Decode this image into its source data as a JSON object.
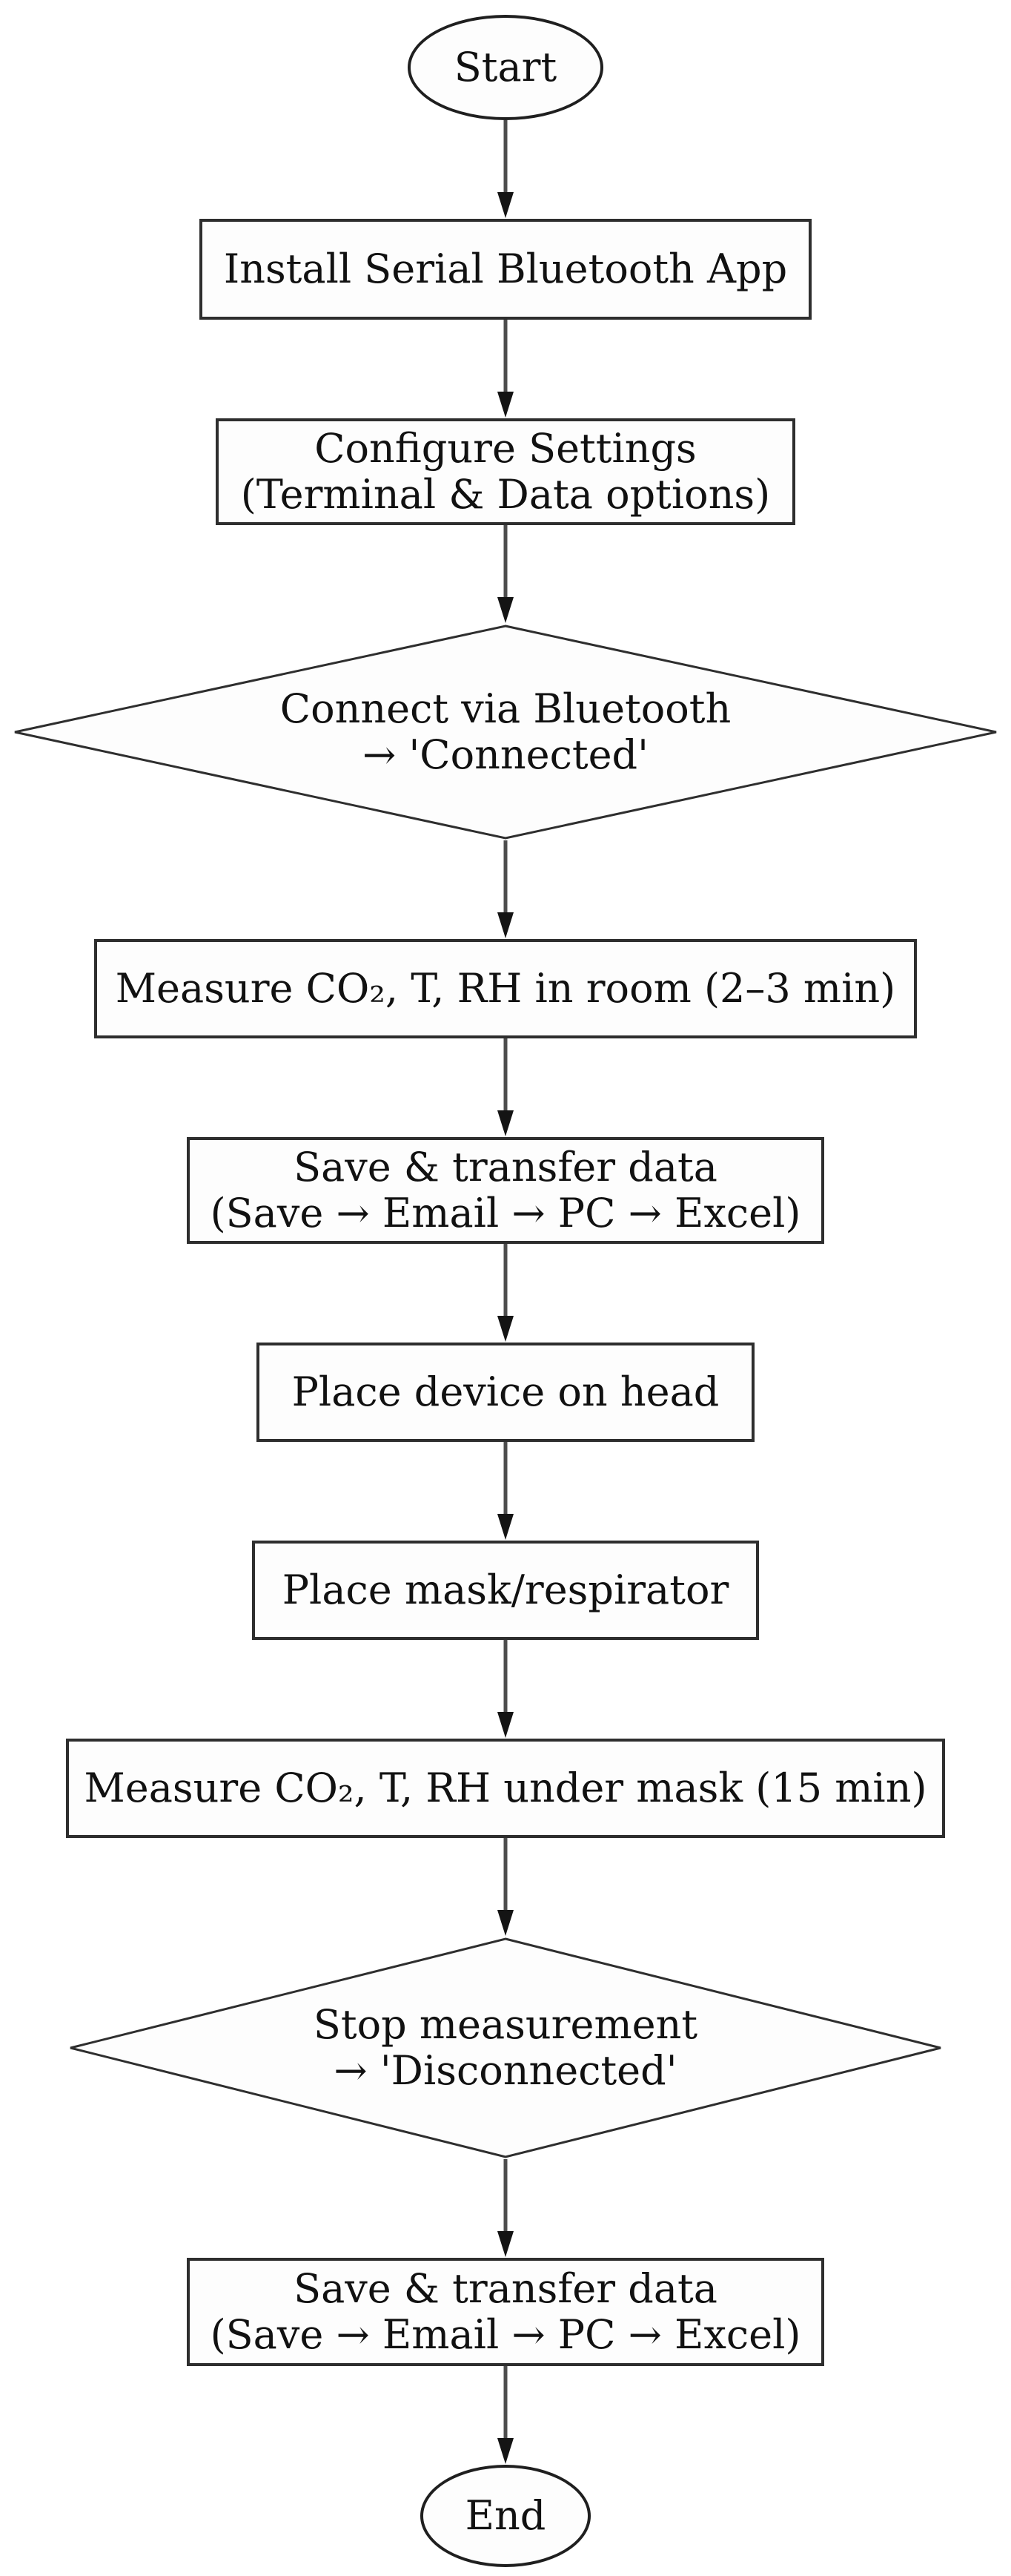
{
  "flowchart": {
    "direction": "top-down",
    "colors": {
      "background": "#ffffff",
      "node_fill": "#fdfdfd",
      "node_border": "#2e2e2e",
      "edge_line": "#4d4d4d",
      "arrowhead": "#141414",
      "text": "#111111"
    },
    "nodes": [
      {
        "id": "start",
        "shape": "ellipse",
        "line1": "Start"
      },
      {
        "id": "install-app",
        "shape": "rect",
        "line1": "Install Serial Bluetooth App"
      },
      {
        "id": "configure-settings",
        "shape": "rect",
        "line1": "Configure Settings",
        "line2": "(Terminal & Data options)"
      },
      {
        "id": "connect-bluetooth",
        "shape": "diamond",
        "line1": "Connect via Bluetooth",
        "line2": "→ 'Connected'"
      },
      {
        "id": "measure-room",
        "shape": "rect",
        "line1": "Measure CO₂, T, RH in room (2–3 min)"
      },
      {
        "id": "save-transfer-1",
        "shape": "rect",
        "line1": "Save & transfer data",
        "line2": "(Save → Email → PC → Excel)"
      },
      {
        "id": "place-device",
        "shape": "rect",
        "line1": "Place device on head"
      },
      {
        "id": "place-mask",
        "shape": "rect",
        "line1": "Place mask/respirator"
      },
      {
        "id": "measure-mask",
        "shape": "rect",
        "line1": "Measure CO₂, T, RH under mask (15 min)"
      },
      {
        "id": "stop-measurement",
        "shape": "diamond",
        "line1": "Stop measurement",
        "line2": "→ 'Disconnected'"
      },
      {
        "id": "save-transfer-2",
        "shape": "rect",
        "line1": "Save & transfer data",
        "line2": "(Save → Email → PC → Excel)"
      },
      {
        "id": "end",
        "shape": "ellipse",
        "line1": "End"
      }
    ],
    "edges": [
      {
        "from": "start",
        "to": "install-app"
      },
      {
        "from": "install-app",
        "to": "configure-settings"
      },
      {
        "from": "configure-settings",
        "to": "connect-bluetooth"
      },
      {
        "from": "connect-bluetooth",
        "to": "measure-room"
      },
      {
        "from": "measure-room",
        "to": "save-transfer-1"
      },
      {
        "from": "save-transfer-1",
        "to": "place-device"
      },
      {
        "from": "place-device",
        "to": "place-mask"
      },
      {
        "from": "place-mask",
        "to": "measure-mask"
      },
      {
        "from": "measure-mask",
        "to": "stop-measurement"
      },
      {
        "from": "stop-measurement",
        "to": "save-transfer-2"
      },
      {
        "from": "save-transfer-2",
        "to": "end"
      }
    ]
  }
}
